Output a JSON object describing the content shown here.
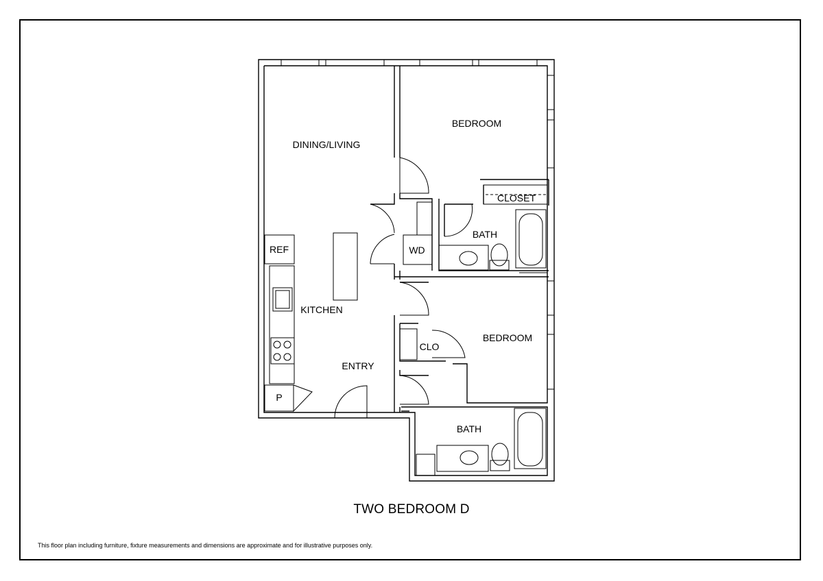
{
  "rooms": {
    "dining_living": "DINING/LIVING",
    "bedroom_1": "BEDROOM",
    "closet": "CLOSET",
    "bath_1": "BATH",
    "washer_dryer": "WD",
    "refrigerator": "REF",
    "kitchen": "KITCHEN",
    "bedroom_2": "BEDROOM",
    "clo": "CLO",
    "entry": "ENTRY",
    "pantry": "P",
    "bath_2": "BATH"
  },
  "title": "TWO BEDROOM D",
  "disclaimer": "This floor plan including furniture, fixture measurements and dimensions are approximate and for illustrative purposes only."
}
